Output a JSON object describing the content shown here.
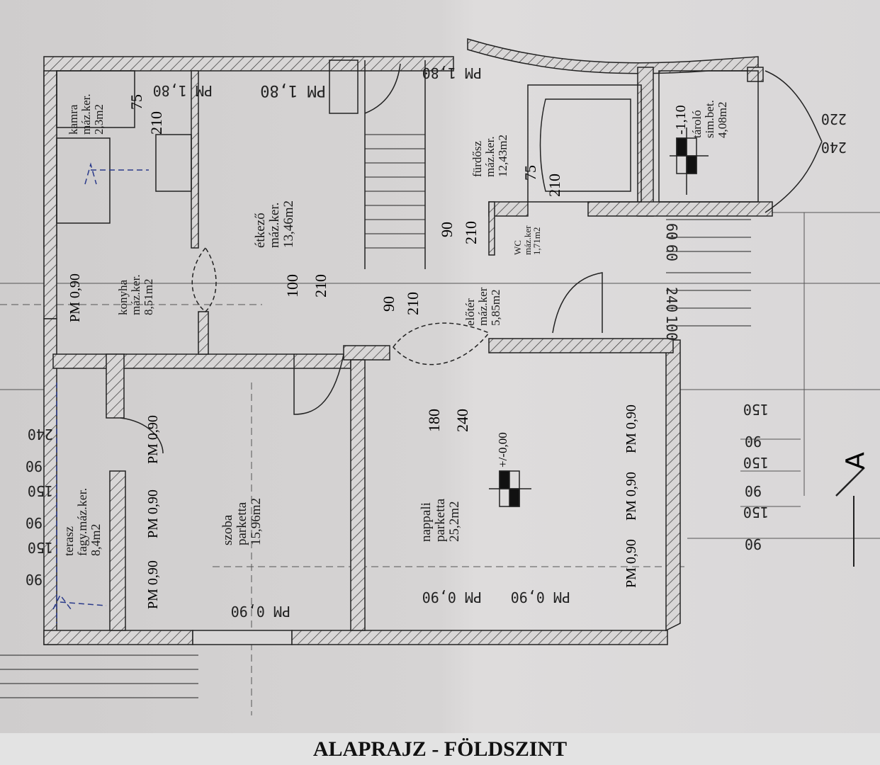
{
  "caption": "ALAPRAJZ - FÖLDSZINT",
  "rooms": {
    "kamra": {
      "name": "kamra",
      "finish": "máz.ker.",
      "area": "2,3m2"
    },
    "konyha": {
      "name": "konyha",
      "finish": "máz.ker.",
      "area": "8,51m2"
    },
    "etkezo": {
      "name": "étkező",
      "finish": "máz.ker.",
      "area": "13,46m2"
    },
    "furdo": {
      "name": "fürdősz",
      "finish": "máz.ker.",
      "area": "12,43m2"
    },
    "wc": {
      "name": "WC",
      "finish": "máz.ker",
      "area": "1,71m2"
    },
    "eloter": {
      "name": "előtér",
      "finish": "máz.ker",
      "area": "5,85m2"
    },
    "tarolo": {
      "name": "tároló",
      "finish": "sim.bet.",
      "area": "4,08m2"
    },
    "terasz": {
      "name": "terasz",
      "finish": "fagy.máz.ker.",
      "area": "8,4m2"
    },
    "szoba": {
      "name": "szoba",
      "finish": "parketta",
      "area": "15,96m2"
    },
    "nappali": {
      "name": "nappali",
      "finish": "parketta",
      "area": "25,2m2"
    }
  },
  "levels": {
    "tarolo": "-1,10",
    "nappali": "+/-0,00"
  },
  "section_marker": "A",
  "dimensions": {
    "left": [
      "240",
      "90",
      "150",
      "90",
      "150",
      "90"
    ],
    "right": [
      "150",
      "90",
      "150",
      "90",
      "150",
      "90"
    ],
    "top_right": [
      "220",
      "240"
    ],
    "stairs": [
      "60",
      "60",
      "240",
      "100"
    ],
    "doors": [
      "75",
      "210",
      "100",
      "210",
      "90",
      "210",
      "180",
      "240",
      "75",
      "210",
      "90",
      "210"
    ],
    "windows": [
      "PM 0,90",
      "PM 0,90",
      "PM 1,80",
      "PM 1,80",
      "PM 1,80",
      "PM 0,90",
      "PM 0,90",
      "PM 0,90",
      "PM 0,90",
      "PM 0,90",
      "PM 0,90",
      "PM 0,90",
      "PM 0,90"
    ]
  }
}
